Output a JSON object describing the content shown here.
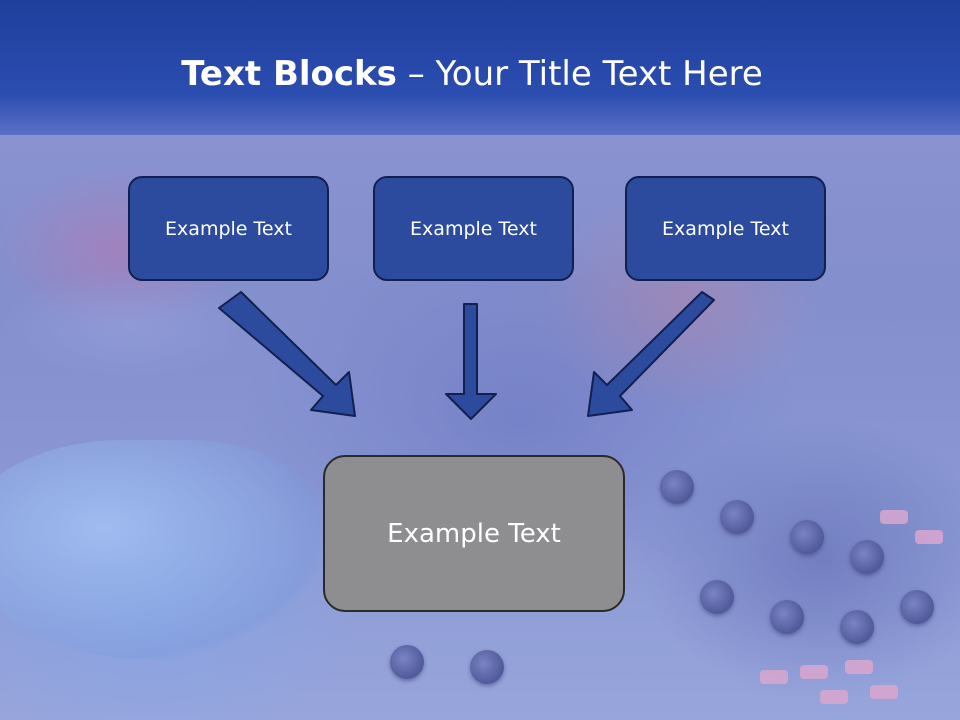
{
  "slide": {
    "title_bold": "Text Blocks",
    "title_dash": " – ",
    "title_rest": "Your Title Text Here"
  },
  "blocks": [
    {
      "label": "Example Text"
    },
    {
      "label": "Example Text"
    },
    {
      "label": "Example Text"
    }
  ],
  "target": {
    "label": "Example Text"
  },
  "colors": {
    "title_bar": "#2b4db0",
    "block_fill": "#2c4a9e",
    "block_border": "#12204f",
    "arrow_fill": "#2c4a9e",
    "target_fill": "#8e8e90"
  },
  "icons": [
    "arrow-down-right-icon",
    "arrow-down-icon",
    "arrow-down-left-icon"
  ]
}
